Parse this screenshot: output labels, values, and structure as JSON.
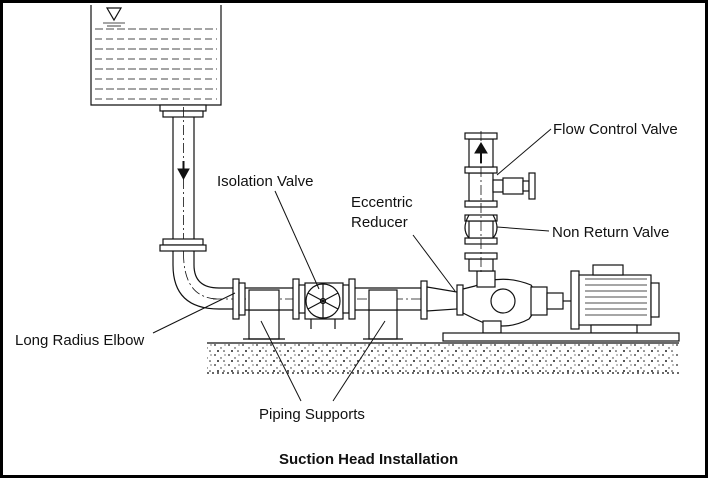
{
  "labels": {
    "flow_control_valve": "Flow Control Valve",
    "isolation_valve": "Isolation Valve",
    "eccentric_reducer_line1": "Eccentric",
    "eccentric_reducer_line2": "Reducer",
    "non_return_valve": "Non Return Valve",
    "long_radius_elbow": "Long Radius Elbow",
    "piping_supports": "Piping Supports"
  },
  "caption": "Suction Head Installation"
}
